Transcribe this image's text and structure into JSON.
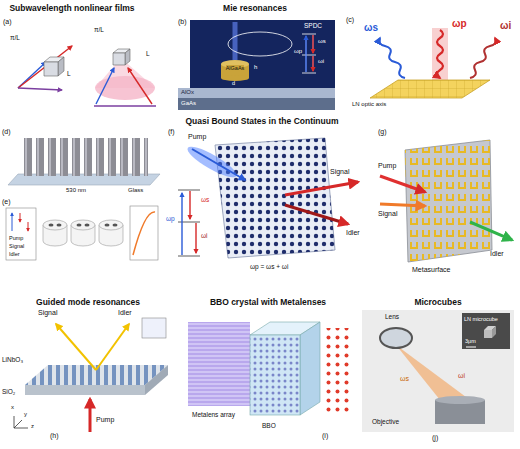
{
  "diagram": {
    "labels": [
      "Subwavelength nonlinear films",
      "Mie resonances",
      "Quasi Bound States in the Continuum",
      "Guided mode resonances",
      "BBO crystal with Metalenses",
      "Microcubes",
      "(a)",
      "(b)",
      "(c)",
      "(d)",
      "(e)",
      "(f)",
      "(g)",
      "(h)",
      "(i)",
      "(j)",
      "π/L",
      "L",
      "π/L",
      "L",
      "SPDC",
      "ωp",
      "ωs",
      "ωi",
      "AlGaAs",
      "h",
      "d",
      "AlOx",
      "GaAs",
      "ωs",
      "ωp",
      "ωi",
      "LN optic axis",
      "530 nm",
      "Glass",
      "Pump",
      "Signal",
      "Idler",
      "ωp",
      "ωs",
      "ωi",
      "Pump",
      "Signal",
      "Idler",
      "ωp = ωs + ωi",
      "Pump",
      "Signal",
      "Idler",
      "Metasurface",
      "Signal",
      "Idler",
      "LiNbO₃",
      "SiO₂",
      "Pump",
      "x",
      "y",
      "z",
      "Metalens array",
      "BBO",
      "Lens",
      "LN microcube",
      "3μm",
      "ωs",
      "ωi",
      "Objective"
    ]
  }
}
